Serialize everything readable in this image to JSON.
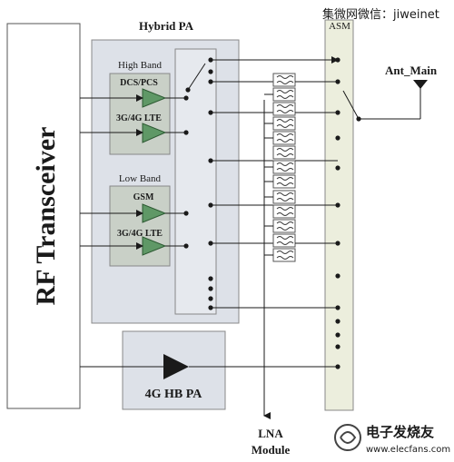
{
  "header": {
    "watermark_text": "集微网微信：jiweinet"
  },
  "blocks": {
    "rf_transceiver_label": "RF Transceiver",
    "hybrid_pa_title": "Hybrid PA",
    "high_band_label": "High Band",
    "dcs_pcs_label": "DCS/PCS",
    "hb_3g4g_lte_label": "3G/4G LTE",
    "low_band_label": "Low Band",
    "gsm_label": "GSM",
    "lb_3g4g_lte_label": "3G/4G LTE",
    "hb_4g_pa_label": "4G HB PA",
    "asm_label": "ASM",
    "ant_main_label": "Ant_Main",
    "lna_label_line1": "LNA",
    "lna_label_line2": "Module"
  },
  "footer": {
    "logo_text": "电子发烧友",
    "logo_url": "www.elecfans.com"
  },
  "colors": {
    "pa_box_fill": "#dde1e8",
    "band_box_fill": "#c9d0c7",
    "amp_fill": "#5f9866",
    "asm_fill": "#eceedd",
    "hb_pa_fill": "#dde1e8",
    "line": "#1a1a1a"
  }
}
